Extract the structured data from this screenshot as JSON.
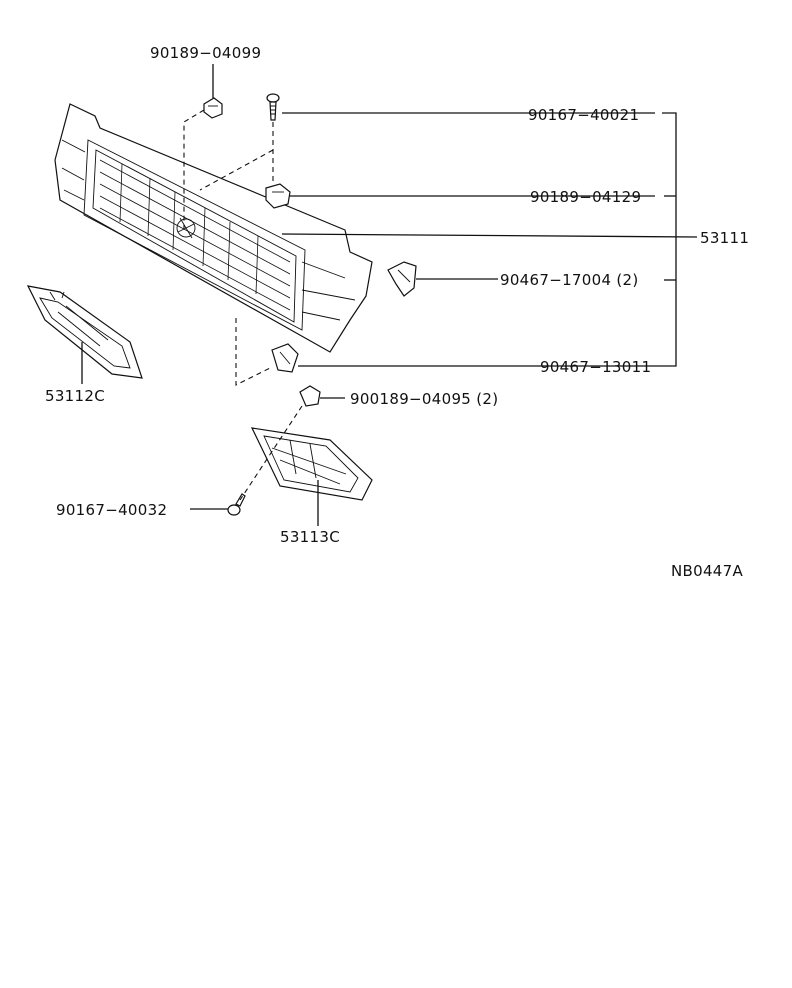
{
  "labels": {
    "p_90189_04099": "90189−04099",
    "p_90167_40021": "90167−40021",
    "p_90189_04129": "90189−04129",
    "p_53111": "53111",
    "p_90467_17004": "90467−17004 (2)",
    "p_90467_13011": "90467−13011",
    "p_900189_04095": "900189−04095 (2)",
    "p_53112C": "53112C",
    "p_90167_40032": "90167−40032",
    "p_53113C": "53113C",
    "diagram_code": "NB0447A"
  }
}
